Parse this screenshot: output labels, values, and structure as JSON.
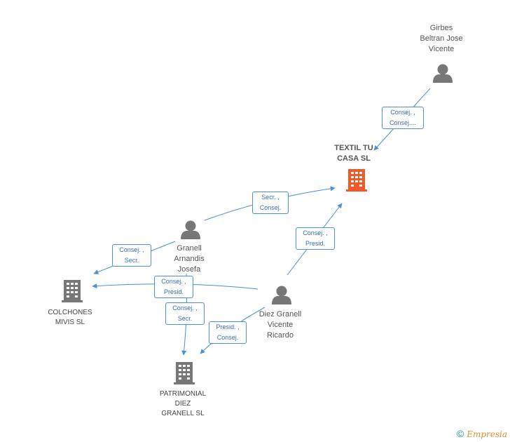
{
  "nodes": {
    "girbes": {
      "label_lines": [
        "Girbes",
        "Beltran Jose",
        "Vicente"
      ],
      "type": "person"
    },
    "textil": {
      "label_lines": [
        "TEXTIL TU",
        "CASA SL"
      ],
      "type": "company-focus"
    },
    "granell": {
      "label_lines": [
        "Granell",
        "Arnandis",
        "Josefa"
      ],
      "type": "person"
    },
    "colchones": {
      "label_lines": [
        "COLCHONES",
        "MIVIS SL"
      ],
      "type": "company"
    },
    "diez": {
      "label_lines": [
        "Diez Granell",
        "Vicente",
        "Ricardo"
      ],
      "type": "person"
    },
    "patrimonial": {
      "label_lines": [
        "PATRIMONIAL",
        "DIEZ",
        "GRANELL SL"
      ],
      "type": "company"
    }
  },
  "edges": [
    {
      "id": "girbes-textil",
      "lines": [
        "Consej. ,",
        "Consej...."
      ]
    },
    {
      "id": "granell-textil",
      "lines": [
        "Secr. ,",
        "Consej."
      ]
    },
    {
      "id": "diez-textil",
      "lines": [
        "Consej. ,",
        "Presid."
      ]
    },
    {
      "id": "granell-colchones",
      "lines": [
        "Consej. ,",
        "Secr."
      ]
    },
    {
      "id": "diez-colchones",
      "lines": [
        "Consej. ,",
        "Presid."
      ]
    },
    {
      "id": "granell-patrimonial",
      "lines": [
        "Consej. ,",
        "Secr."
      ]
    },
    {
      "id": "diez-patrimonial",
      "lines": [
        "Presid. ,",
        "Consej."
      ]
    }
  ],
  "colors": {
    "edge": "#4a8fd9",
    "person_icon": "#777777",
    "company_icon": "#777777",
    "focus_icon": "#f05a28"
  },
  "footer": {
    "copyright_symbol": "©",
    "brand": "Empresia"
  }
}
